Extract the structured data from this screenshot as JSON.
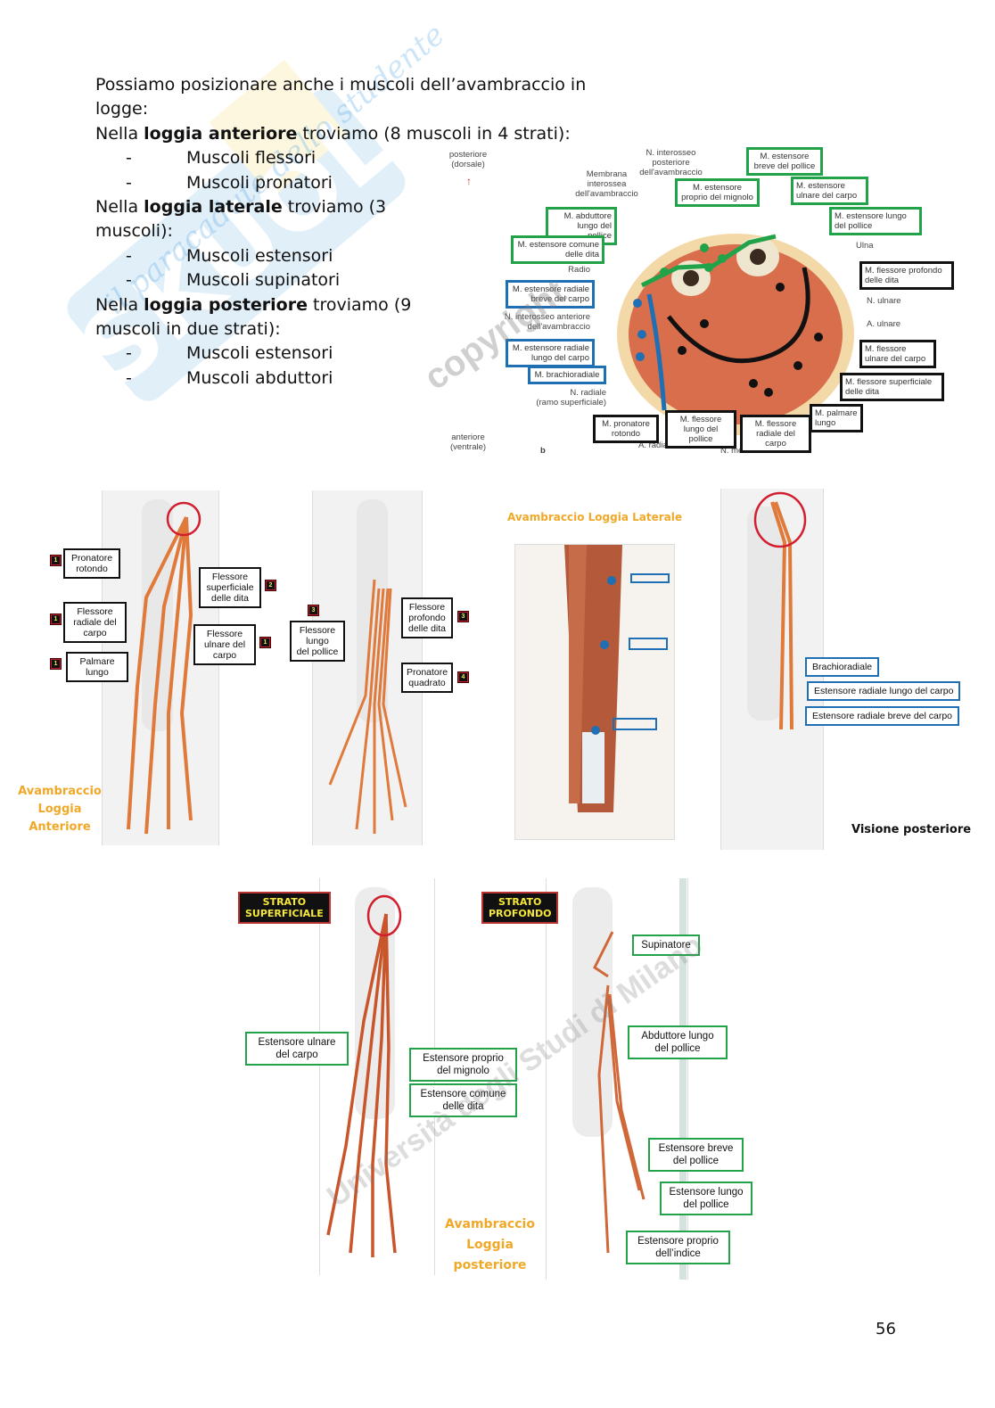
{
  "intro": {
    "line1": "Possiamo posizionare anche i muscoli dell’avambraccio in logge:",
    "anterior": {
      "prefix": "Nella ",
      "bold": "loggia anteriore",
      "suffix": " troviamo (8 muscoli in 4 strati):",
      "items": [
        "Muscoli flessori",
        "Muscoli pronatori"
      ]
    },
    "lateral": {
      "prefix": "Nella ",
      "bold": "loggia laterale",
      "suffix": " troviamo (3",
      "suffix2": "muscoli):",
      "items": [
        "Muscoli estensori",
        "Muscoli supinatori"
      ]
    },
    "posterior": {
      "prefix": "Nella ",
      "bold": "loggia posteriore",
      "suffix": " troviamo (9",
      "suffix2": "muscoli in due strati):",
      "items": [
        "Muscoli estensori",
        "Muscoli abduttori"
      ]
    },
    "bullet": "-"
  },
  "cross_section": {
    "orientation_top": "posteriore\n(dorsale)",
    "orientation_bottom": "anteriore\n(ventrale)",
    "panel_letter": "b",
    "plain_labels": {
      "n_interosseo_post": "N. interosseo\nposteriore\ndell'avambraccio",
      "membrana": "Membrana\ninterossea\ndell'avambraccio",
      "radio": "Radio",
      "ulna": "Ulna",
      "n_interosseo_ant": "N. interosseo anteriore\ndell'avambraccio",
      "n_ulnare": "N. ulnare",
      "a_ulnare": "A. ulnare",
      "n_radiale": "N. radiale\n(ramo superficiale)",
      "a_radiale": "A. radiale",
      "n_mediano": "N. mediano"
    },
    "green_labels": [
      "M. estensore\nbreve del pollice",
      "M. estensore\nproprio del mignolo",
      "M. estensore\nulnare del carpo",
      "M. abduttore\nlungo del pollice",
      "M. estensore lungo\ndel pollice",
      "M. estensore comune\ndelle dita"
    ],
    "blue_labels": [
      "M. estensore radiale\nbreve del carpo",
      "M. estensore radiale\nlungo del carpo",
      "M. brachioradiale"
    ],
    "black_labels": [
      "M. flessore profondo\ndelle dita",
      "M. flessore\nulnare del carpo",
      "M. flessore superficiale\ndelle dita",
      "M. palmare\nlungo",
      "M. pronatore\nrotondo",
      "M. flessore\nlungo del pollice",
      "M. flessore\nradiale del carpo"
    ]
  },
  "anterior_fig1": {
    "labels": [
      {
        "text": "Pronatore\nrotondo",
        "badge": "1"
      },
      {
        "text": "Flessore\nsuperficiale\ndelle dita",
        "badge": "2"
      },
      {
        "text": "Flessore\nradiale del\ncarpo",
        "badge": "1"
      },
      {
        "text": "Flessore\nulnare del\ncarpo",
        "badge": "1"
      },
      {
        "text": "Palmare\nlungo",
        "badge": "1"
      }
    ],
    "caption": "Avambraccio\nLoggia\nAnteriore"
  },
  "anterior_fig2": {
    "labels": [
      {
        "text": "Flessore\nlungo\ndel pollice",
        "badge": "3"
      },
      {
        "text": "Flessore\nprofondo\ndelle dita",
        "badge": "3"
      },
      {
        "text": "Pronatore\nquadrato",
        "badge": "4"
      }
    ]
  },
  "lateral_fig": {
    "title": "Avambraccio Loggia Laterale"
  },
  "posterior_view_fig": {
    "labels": [
      "Brachioradiale",
      "Estensore radiale lungo del carpo",
      "Estensore radiale breve del carpo"
    ],
    "caption": "Visione posteriore"
  },
  "posterior_superficial": {
    "strato": "STRATO\nSUPERFICIALE",
    "labels": [
      "Estensore ulnare\ndel carpo",
      "Estensore proprio\ndel mignolo",
      "Estensore comune\ndelle dita"
    ]
  },
  "posterior_deep": {
    "strato": "STRATO\nPROFONDO",
    "labels": [
      "Supinatore",
      "Abduttore lungo\ndel pollice",
      "Estensore breve\ndel pollice",
      "Estensore lungo\ndel pollice",
      "Estensore proprio\ndell’indice"
    ],
    "caption": "Avambraccio\nLoggia\nposteriore"
  },
  "watermarks": [
    "il paracadute dello studente",
    "copyright",
    "Università degli Studi di Milano"
  ],
  "page_number": "56",
  "colors": {
    "green": "#22a34a",
    "blue": "#1f6fb5",
    "muscle": "#d8704a",
    "tendon": "#e07a3a",
    "caption_orange": "#f0a828"
  }
}
